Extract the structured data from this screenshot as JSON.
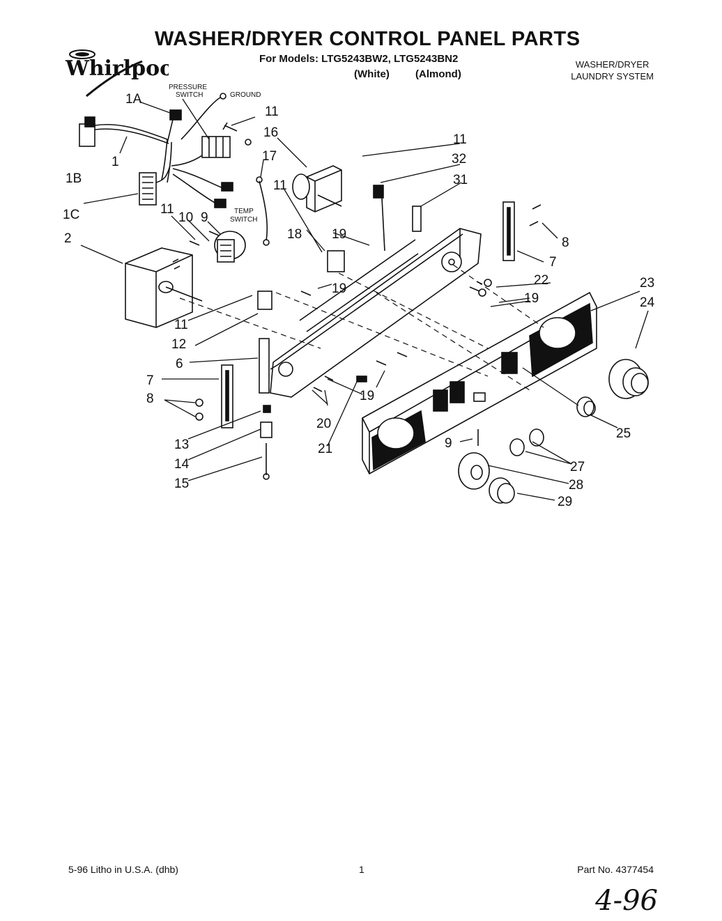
{
  "header": {
    "title": "WASHER/DRYER CONTROL PANEL PARTS",
    "models_line": "For Models: LTG5243BW2, LTG5243BN2",
    "variant_white": "(White)",
    "variant_almond": "(Almond)",
    "system_line1": "WASHER/DRYER",
    "system_line2": "LAUNDRY SYSTEM"
  },
  "brand": {
    "logo_text": "Whirlpool"
  },
  "callouts": {
    "pressure_switch_1": "PRESSURE",
    "pressure_switch_2": "SWITCH",
    "ground": "GROUND",
    "temp_switch_1": "TEMP",
    "temp_switch_2": "SWITCH"
  },
  "parts": [
    {
      "id": "p1a",
      "label": "1A"
    },
    {
      "id": "p1",
      "label": "1"
    },
    {
      "id": "p1b",
      "label": "1B"
    },
    {
      "id": "p1c",
      "label": "1C"
    },
    {
      "id": "p2",
      "label": "2"
    },
    {
      "id": "p6",
      "label": "6"
    },
    {
      "id": "p7a",
      "label": "7"
    },
    {
      "id": "p7b",
      "label": "7"
    },
    {
      "id": "p8a",
      "label": "8"
    },
    {
      "id": "p8b",
      "label": "8"
    },
    {
      "id": "p9a",
      "label": "9"
    },
    {
      "id": "p9b",
      "label": "9"
    },
    {
      "id": "p10",
      "label": "10"
    },
    {
      "id": "p11a",
      "label": "11"
    },
    {
      "id": "p11b",
      "label": "11"
    },
    {
      "id": "p11c",
      "label": "11"
    },
    {
      "id": "p11d",
      "label": "11"
    },
    {
      "id": "p11e",
      "label": "11"
    },
    {
      "id": "p12",
      "label": "12"
    },
    {
      "id": "p13",
      "label": "13"
    },
    {
      "id": "p14",
      "label": "14"
    },
    {
      "id": "p15",
      "label": "15"
    },
    {
      "id": "p16",
      "label": "16"
    },
    {
      "id": "p17",
      "label": "17"
    },
    {
      "id": "p18",
      "label": "18"
    },
    {
      "id": "p19a",
      "label": "19"
    },
    {
      "id": "p19b",
      "label": "19"
    },
    {
      "id": "p19c",
      "label": "19"
    },
    {
      "id": "p19d",
      "label": "19"
    },
    {
      "id": "p20",
      "label": "20"
    },
    {
      "id": "p21",
      "label": "21"
    },
    {
      "id": "p22",
      "label": "22"
    },
    {
      "id": "p23",
      "label": "23"
    },
    {
      "id": "p24",
      "label": "24"
    },
    {
      "id": "p25",
      "label": "25"
    },
    {
      "id": "p27",
      "label": "27"
    },
    {
      "id": "p28",
      "label": "28"
    },
    {
      "id": "p29",
      "label": "29"
    },
    {
      "id": "p31",
      "label": "31"
    },
    {
      "id": "p32",
      "label": "32"
    }
  ],
  "footer": {
    "litho": "5-96 Litho in U.S.A. (dhb)",
    "page": "1",
    "part_no": "Part No. 4377454",
    "handwritten": "4-96"
  }
}
